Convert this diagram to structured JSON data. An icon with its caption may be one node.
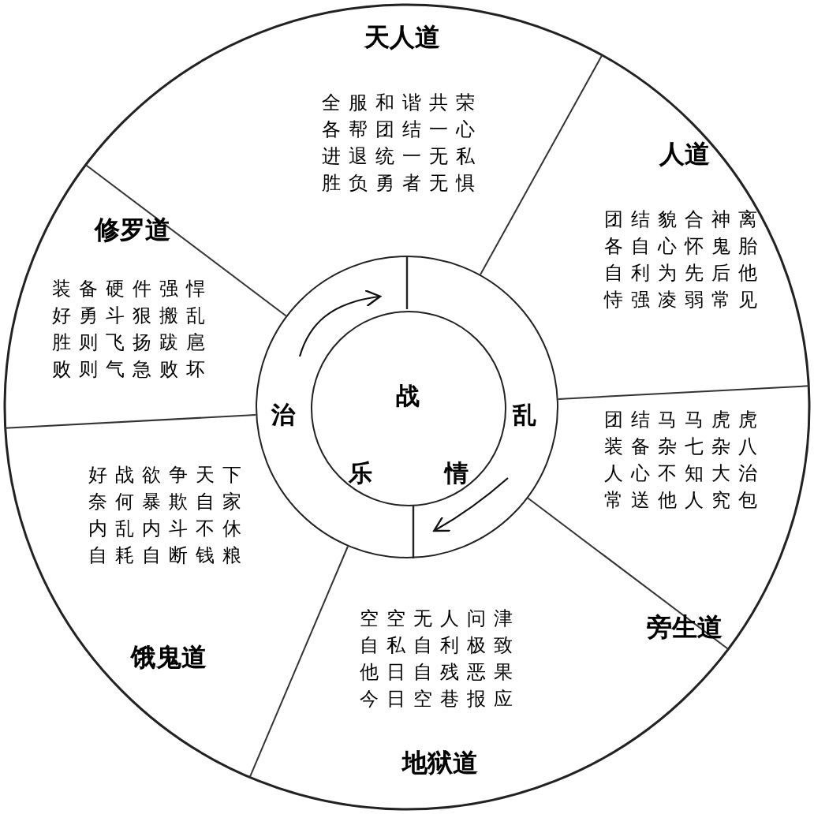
{
  "diagram": {
    "nodes": [
      {
        "text": [
          "天人道",
          "全服和谐共荣各帮团结一心进退统一无私胜负勇者无惧"
        ]
      },
      {
        "text": [
          "修罗道",
          "装备硬件强悍好勇斗狠搬乱胜则飞扬跋扈败则气急败坏"
        ]
      },
      {
        "text": [
          "人道",
          "团结貌合神离各自心怀鬼胎自利为先后他恃强凌弱常见"
        ]
      },
      {
        "text": [
          "治",
          "乱"
        ]
      },
      {
        "text": [
          "战",
          "乐",
          "情"
        ],
        "in": 3
      },
      {
        "text": [
          "团结马马虎虎装备杂七杂八人心不知大治常送他人究包",
          "旁生道"
        ]
      },
      {
        "text": [
          "好战欲争天下奈何暴欺自家内乱内斗不休自耗自断钱粮",
          "饿鬼道"
        ]
      },
      {
        "text": [
          "空空无人问津自私自利极致他日自残恶果今日空巷报应",
          "地狱道"
        ]
      }
    ]
  }
}
